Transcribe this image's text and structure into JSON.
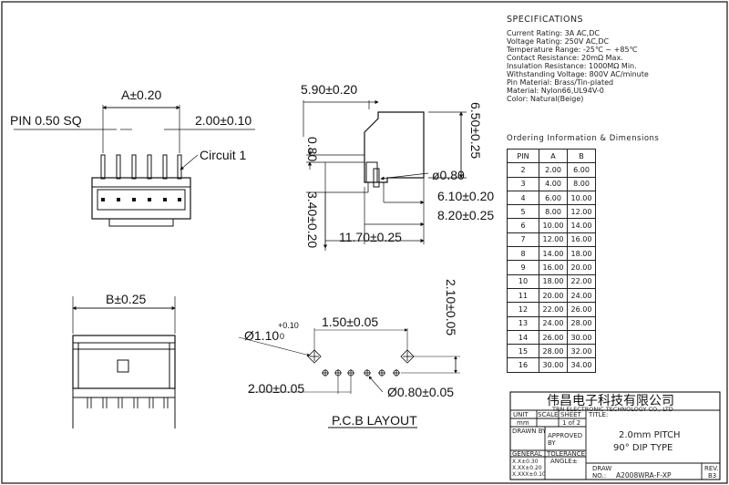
{
  "spec": {
    "title": "SPECIFICATIONS",
    "lines": [
      "Current Rating:  3A AC,DC",
      "Voltage Rating:  250V AC,DC",
      "Temperature Range:  -25℃ ~ +85℃",
      "Contact Resistance:  20mΩ Max.",
      "Insulation Resistance:  1000MΩ Min.",
      "Withstanding Voltage:  800V AC/minute",
      "Pin Material:  Brass/Tin-plated",
      "Material:  Nylon66,UL94V-0",
      "Color:  Natural(Beige)"
    ]
  },
  "ordering": {
    "title": "Ordering  Information  &  Dimensions",
    "headers": [
      "PIN",
      "A",
      "B"
    ],
    "rows": [
      [
        "2",
        "2.00",
        "6.00"
      ],
      [
        "3",
        "4.00",
        "8.00"
      ],
      [
        "4",
        "6.00",
        "10.00"
      ],
      [
        "5",
        "8.00",
        "12.00"
      ],
      [
        "6",
        "10.00",
        "14.00"
      ],
      [
        "7",
        "12.00",
        "16.00"
      ],
      [
        "8",
        "14.00",
        "18.00"
      ],
      [
        "9",
        "16.00",
        "20.00"
      ],
      [
        "10",
        "18.00",
        "22.00"
      ],
      [
        "11",
        "20.00",
        "24.00"
      ],
      [
        "12",
        "22.00",
        "26.00"
      ],
      [
        "13",
        "24.00",
        "28.00"
      ],
      [
        "14",
        "26.00",
        "30.00"
      ],
      [
        "15",
        "28.00",
        "32.00"
      ],
      [
        "16",
        "30.00",
        "34.00"
      ]
    ]
  },
  "dims": {
    "a": "A±0.20",
    "pin_sq": "PIN 0.50 SQ",
    "pitch_top": "2.00±0.10",
    "circuit": "Circuit 1",
    "w590": "5.90±0.20",
    "h080": "0.80",
    "h650": "6.50±0.25",
    "d080": "ø0.80",
    "w610": "6.10±0.20",
    "w820": "8.20±0.25",
    "h340": "3.40±0.20",
    "w1170": "11.70±0.25",
    "b": "B±0.25",
    "hole_d": "Ø1.10",
    "hole_tol_plus": "+0.10",
    "hole_tol_zero": "0",
    "w150": "1.50±0.05",
    "h210": "2.10±0.05",
    "pitch_pcb": "2.00±0.05",
    "d080b": "Ø0.80±0.05",
    "pcb_layout": "P.C.B LAYOUT"
  },
  "titleblock": {
    "company_cn": "伟昌电子科技有限公司",
    "company_en": "TRN  ELECTRONIC  TECHNOLOGY  CO., LTD",
    "unit_label": "UNIT",
    "unit_value": "mm",
    "scale_label": "SCALE",
    "sheet_label": "SHEET",
    "sheet_value": "1 of 2",
    "title_label": "TITLE:",
    "title_line1": "2.0mm  PITCH",
    "title_line2": "90°  DIP  TYPE",
    "drawn_label": "DRAWN BY",
    "approved_label": "APPROVED",
    "approved_by": "BY",
    "general_label": "GENERAL",
    "tolerance_label": "TOLERANCE",
    "angle_label": "ANGLE±",
    "tol1": "X.X±0.30",
    "tol2": "X.XX±0.20",
    "tol3": "X.XXX±0.10",
    "draw_label": "DRAW",
    "no_label": "NO.:",
    "draw_no": "A2008WRA-F-XP",
    "rev_label": "REV.",
    "rev_value": "B3"
  }
}
